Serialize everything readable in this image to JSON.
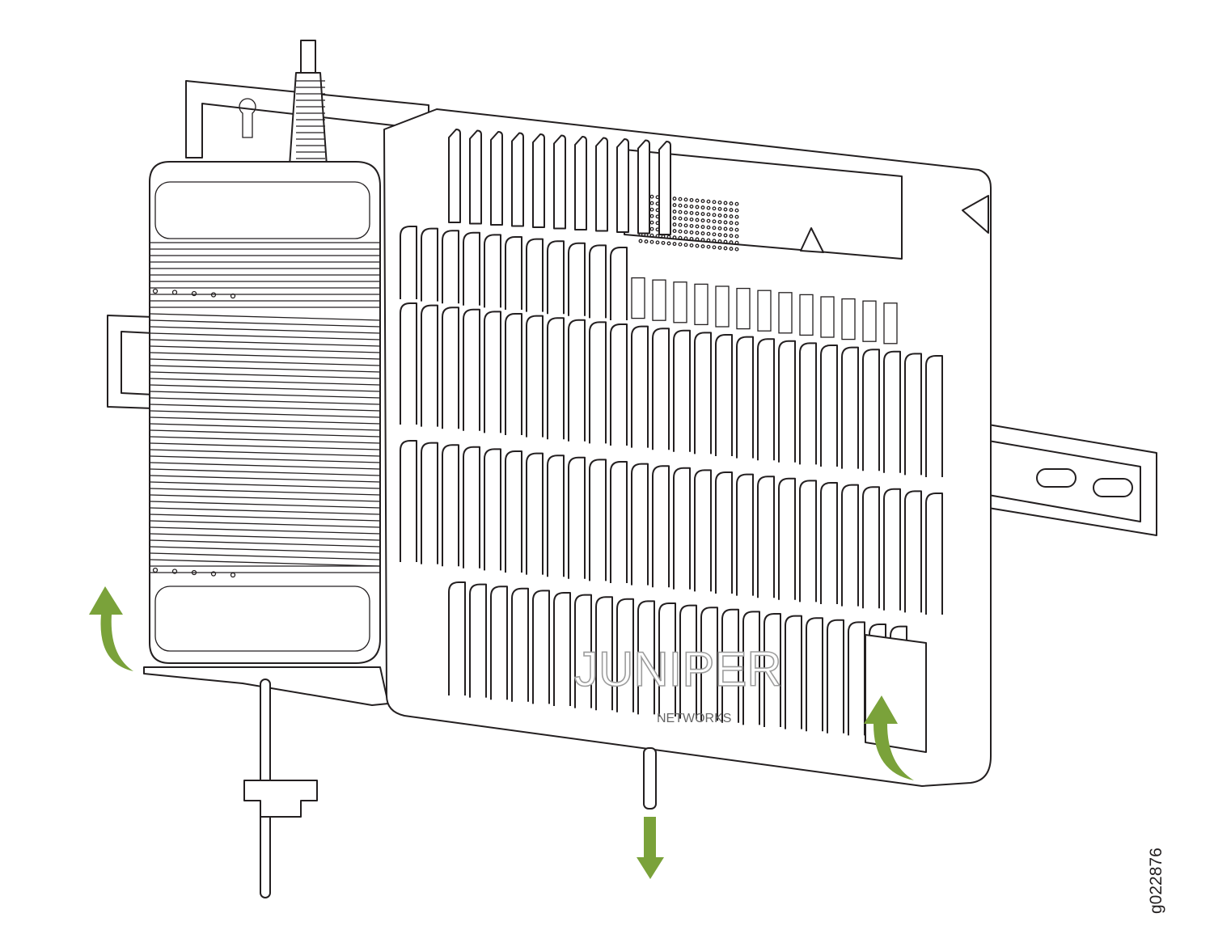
{
  "figure": {
    "id_label": "g022876",
    "logo_text": "JUNIPER",
    "logo_subtext": "NETWORKS",
    "arrow_color": "#7aa23a",
    "arrows": [
      "rotate-up-left",
      "pull-down-pin",
      "rotate-up-right"
    ]
  }
}
